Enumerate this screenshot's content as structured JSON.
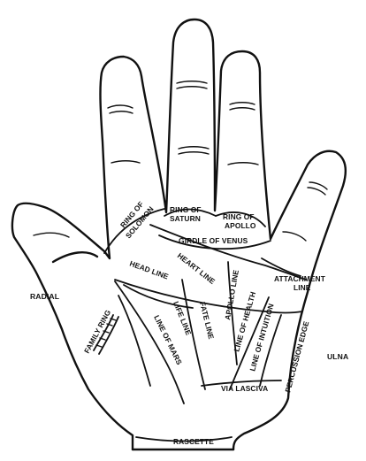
{
  "labels": {
    "ring_of_solomon_1": "RING OF",
    "ring_of_solomon_2": "SOLOMON",
    "ring_of_saturn_1": "RING OF",
    "ring_of_saturn_2": "SATURN",
    "ring_of_apollo_1": "RING OF",
    "ring_of_apollo_2": "APOLLO",
    "girdle_of_venus": "GIRDLE OF VENUS",
    "heart_line": "HEART LINE",
    "head_line": "HEAD LINE",
    "attachment_1": "ATTACHMENT",
    "attachment_2": "LINE",
    "apollo_line": "APOLLO LINE",
    "line_of_health": "LINE OF HEALTH",
    "line_of_intuition": "LINE OF INTUITION",
    "fate_line": "FATE LINE",
    "life_line": "LIFE LINE",
    "line_of_mars": "LINE OF MARS",
    "family_ring": "FAMILY RING",
    "radial": "RADIAL",
    "ulna": "ULNA",
    "percussion_edge": "PERCUSSION EDGE",
    "via_lasciva": "VIA LASCIVA",
    "rascette": "RASCETTE"
  }
}
